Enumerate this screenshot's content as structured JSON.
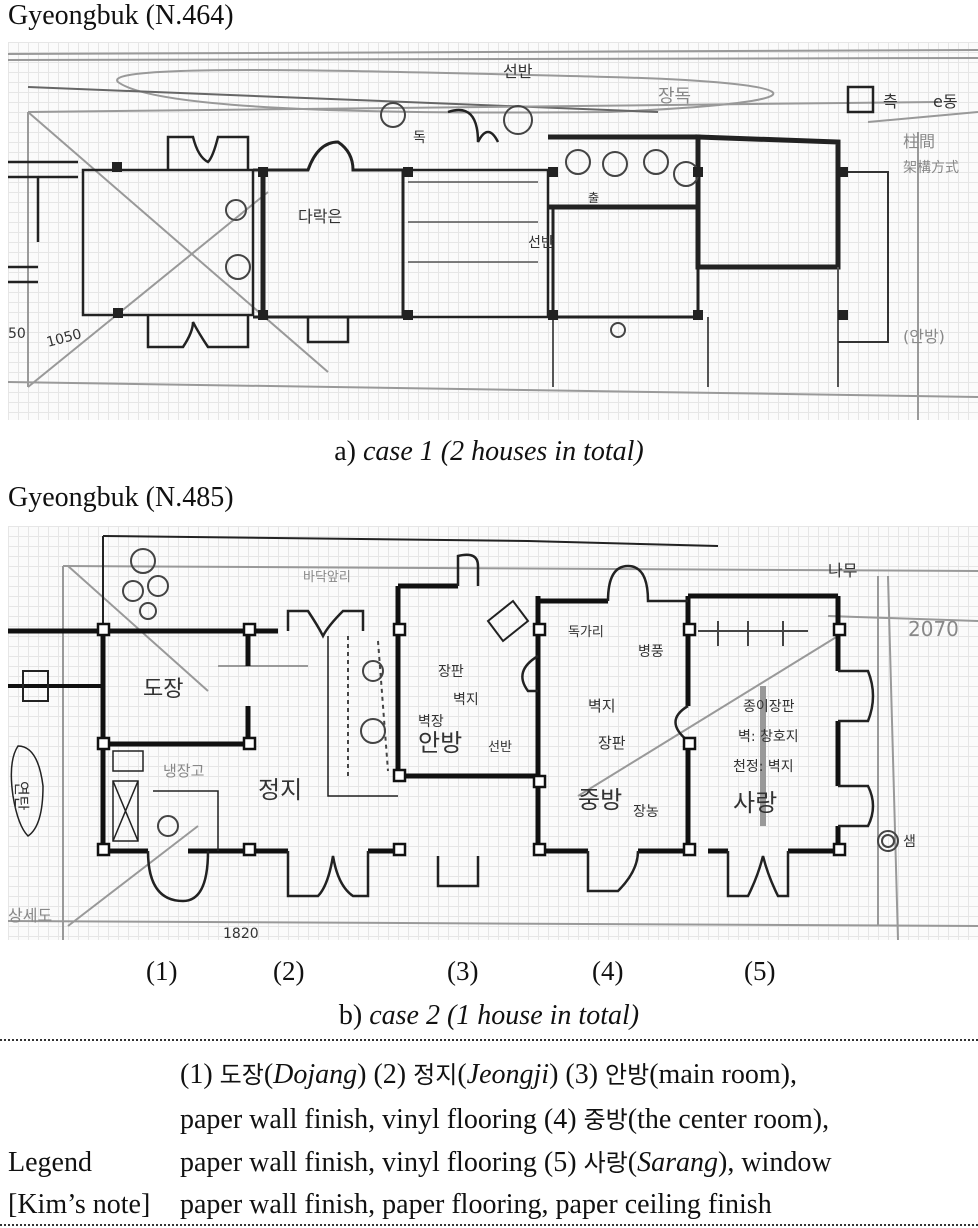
{
  "figure": {
    "panel_a": {
      "heading": "Gyeongbuk (N.464)",
      "caption_prefix": "a) ",
      "caption_italic": "case 1 (2 houses in total)",
      "sketch_annotations": {
        "room_label": "다락은",
        "top_label": "선반",
        "top_oval_label": "장독",
        "shelf_label": "선반",
        "jar_label": "독",
        "storage_label": "출",
        "dimension_1": "1050",
        "dimension_2": "50",
        "right_label_1": "측",
        "right_label_2": "e동",
        "right_margin_1": "柱間",
        "right_margin_2": "架構方式",
        "right_margin_3": "(안방)"
      }
    },
    "panel_b": {
      "heading": "Gyeongbuk (N.485)",
      "caption_prefix": "b) ",
      "caption_italic": "case 2 (1 house in total)",
      "room_numbers": [
        "(1)",
        "(2)",
        "(3)",
        "(4)",
        "(5)"
      ],
      "sketch_annotations": {
        "room_1": "도장",
        "room_2": "정지",
        "room_3": "안방",
        "room_4": "중방",
        "room_5": "사랑",
        "fridge": "냉장고",
        "sink_area": "바닥앞리",
        "anbang_note_1": "장판",
        "anbang_note_2": "벽지",
        "anbang_note_3": "벽장",
        "anbang_shelf": "선반",
        "ladder": "독가리",
        "screen": "병풍",
        "jungbang_note_1": "벽지",
        "jungbang_note_2": "장판",
        "closet": "장농",
        "sarang_note_1": "종이장판",
        "sarang_note_2": "벽: 창호지",
        "sarang_note_3": "천정: 벽지",
        "left_label": "연탄",
        "top_right_label": "나무",
        "dimension_right": "2070",
        "dimension_bottom": "1820",
        "well_label": "샘",
        "bottom_left_label": "상세도"
      }
    }
  },
  "legend": {
    "label_1": "Legend",
    "label_2": "[Kim’s note]",
    "lines": [
      {
        "parts": [
          {
            "t": "(1) ",
            "s": "n"
          },
          {
            "t": "도장",
            "s": "k"
          },
          {
            "t": "(",
            "s": "n"
          },
          {
            "t": "Dojang",
            "s": "i"
          },
          {
            "t": ")  (2) ",
            "s": "n"
          },
          {
            "t": "정지",
            "s": "k"
          },
          {
            "t": "(",
            "s": "n"
          },
          {
            "t": "Jeongji",
            "s": "i"
          },
          {
            "t": ")  (3) ",
            "s": "n"
          },
          {
            "t": "안방",
            "s": "k"
          },
          {
            "t": "(main room),",
            "s": "n"
          }
        ]
      },
      {
        "parts": [
          {
            "t": "paper wall finish, vinyl flooring  (4) ",
            "s": "n"
          },
          {
            "t": "중방",
            "s": "k"
          },
          {
            "t": "(the center room),",
            "s": "n"
          }
        ]
      },
      {
        "parts": [
          {
            "t": "paper wall finish, vinyl flooring  (5) ",
            "s": "n"
          },
          {
            "t": "사랑",
            "s": "k"
          },
          {
            "t": "(",
            "s": "n"
          },
          {
            "t": "Sarang",
            "s": "i"
          },
          {
            "t": "), window",
            "s": "n"
          }
        ]
      },
      {
        "parts": [
          {
            "t": "paper wall finish, paper flooring, paper ceiling finish",
            "s": "n"
          }
        ]
      }
    ]
  }
}
